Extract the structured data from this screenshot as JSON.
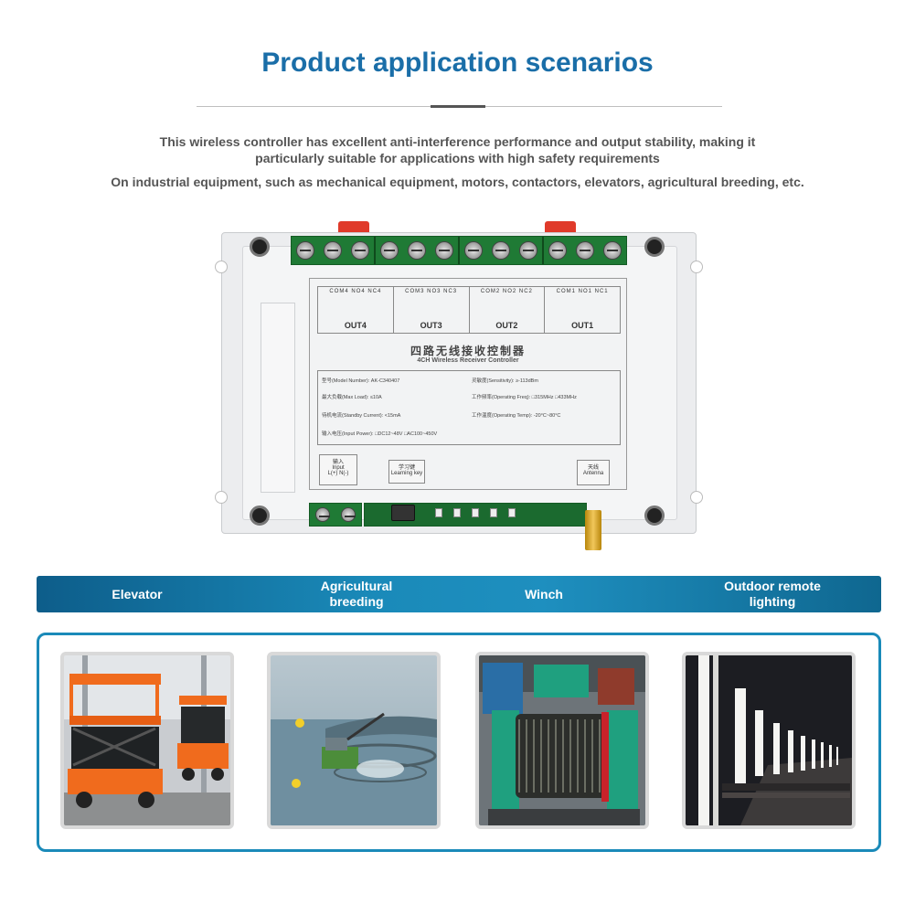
{
  "header": {
    "title": "Product application scenarios",
    "description_line1": "This wireless controller has excellent anti-interference performance and output stability, making it",
    "description_line2": "particularly suitable for applications with high safety requirements",
    "description_line3": "On industrial equipment, such as mechanical equipment, motors, contactors, elevators, agricultural breeding, etc."
  },
  "device": {
    "outputs": [
      "OUT4",
      "OUT3",
      "OUT2",
      "OUT1"
    ],
    "relay_pins": [
      "COM4 NO4 NC4",
      "COM3 NO3 NC3",
      "COM2 NO2 NC2",
      "COM1 NO1 NC1"
    ],
    "name_cn": "四路无线接收控制器",
    "name_en": "4CH Wireless Receiver Controller",
    "specs": {
      "model": "型号(Model Number): AK-C340407",
      "sensitivity": "灵敏度(Sensitivity): ≥-113dBm",
      "max_load": "最大负载(Max Load): ≤10A",
      "freq": "工作频率(Operating Freq): □315MHz □433MHz",
      "standby": "待机电流(Standby Current): <15mA",
      "temp": "工作温度(Operating Temp): -20°C~80°C",
      "power": "输入电压(Input Power): □DC12~48V □AC100~450V"
    },
    "input_box_cn": "输入",
    "input_box_en": "Input",
    "input_box_pins": "L(+) N(-)",
    "learn_box_cn": "学习键",
    "learn_box_en": "Learning key",
    "antenna_box_cn": "天线",
    "antenna_box_en": "Antenna"
  },
  "scenarios": [
    {
      "label": "Elevator"
    },
    {
      "label": "Agricultural breeding"
    },
    {
      "label": "Winch"
    },
    {
      "label": "Outdoor remote lighting"
    }
  ],
  "colors": {
    "title": "#1a6ea8",
    "accent": "#1a8ab9",
    "terminal": "#1f7a35"
  }
}
